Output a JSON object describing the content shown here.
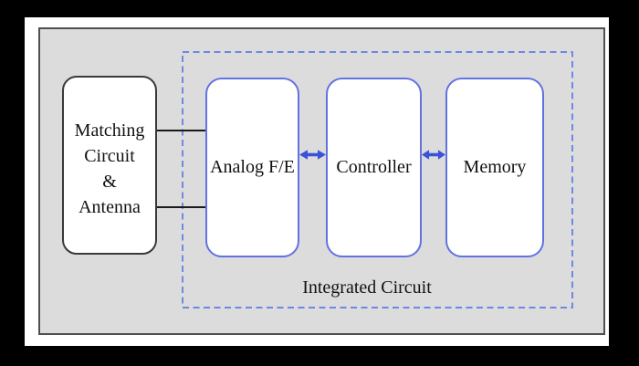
{
  "diagram": {
    "matching_box": {
      "lines": [
        "Matching",
        "Circuit",
        "&",
        "Antenna"
      ]
    },
    "ic_boxes": [
      {
        "label": "Analog F/E"
      },
      {
        "label": "Controller"
      },
      {
        "label": "Memory"
      }
    ],
    "ic_boundary_label": "Integrated Circuit",
    "arrows": [
      {
        "name": "analog-controller-arrow",
        "type": "bidirectional"
      },
      {
        "name": "controller-memory-arrow",
        "type": "bidirectional"
      }
    ],
    "colors": {
      "panel_bg": "#dcdcdc",
      "panel_border": "#4f4f4f",
      "blue_box_border": "#6272e2",
      "dashed_border": "#5b7ce4",
      "arrow_blue": "#3c52d9",
      "matching_box_border": "#3a3a3a",
      "text": "#111111"
    }
  }
}
